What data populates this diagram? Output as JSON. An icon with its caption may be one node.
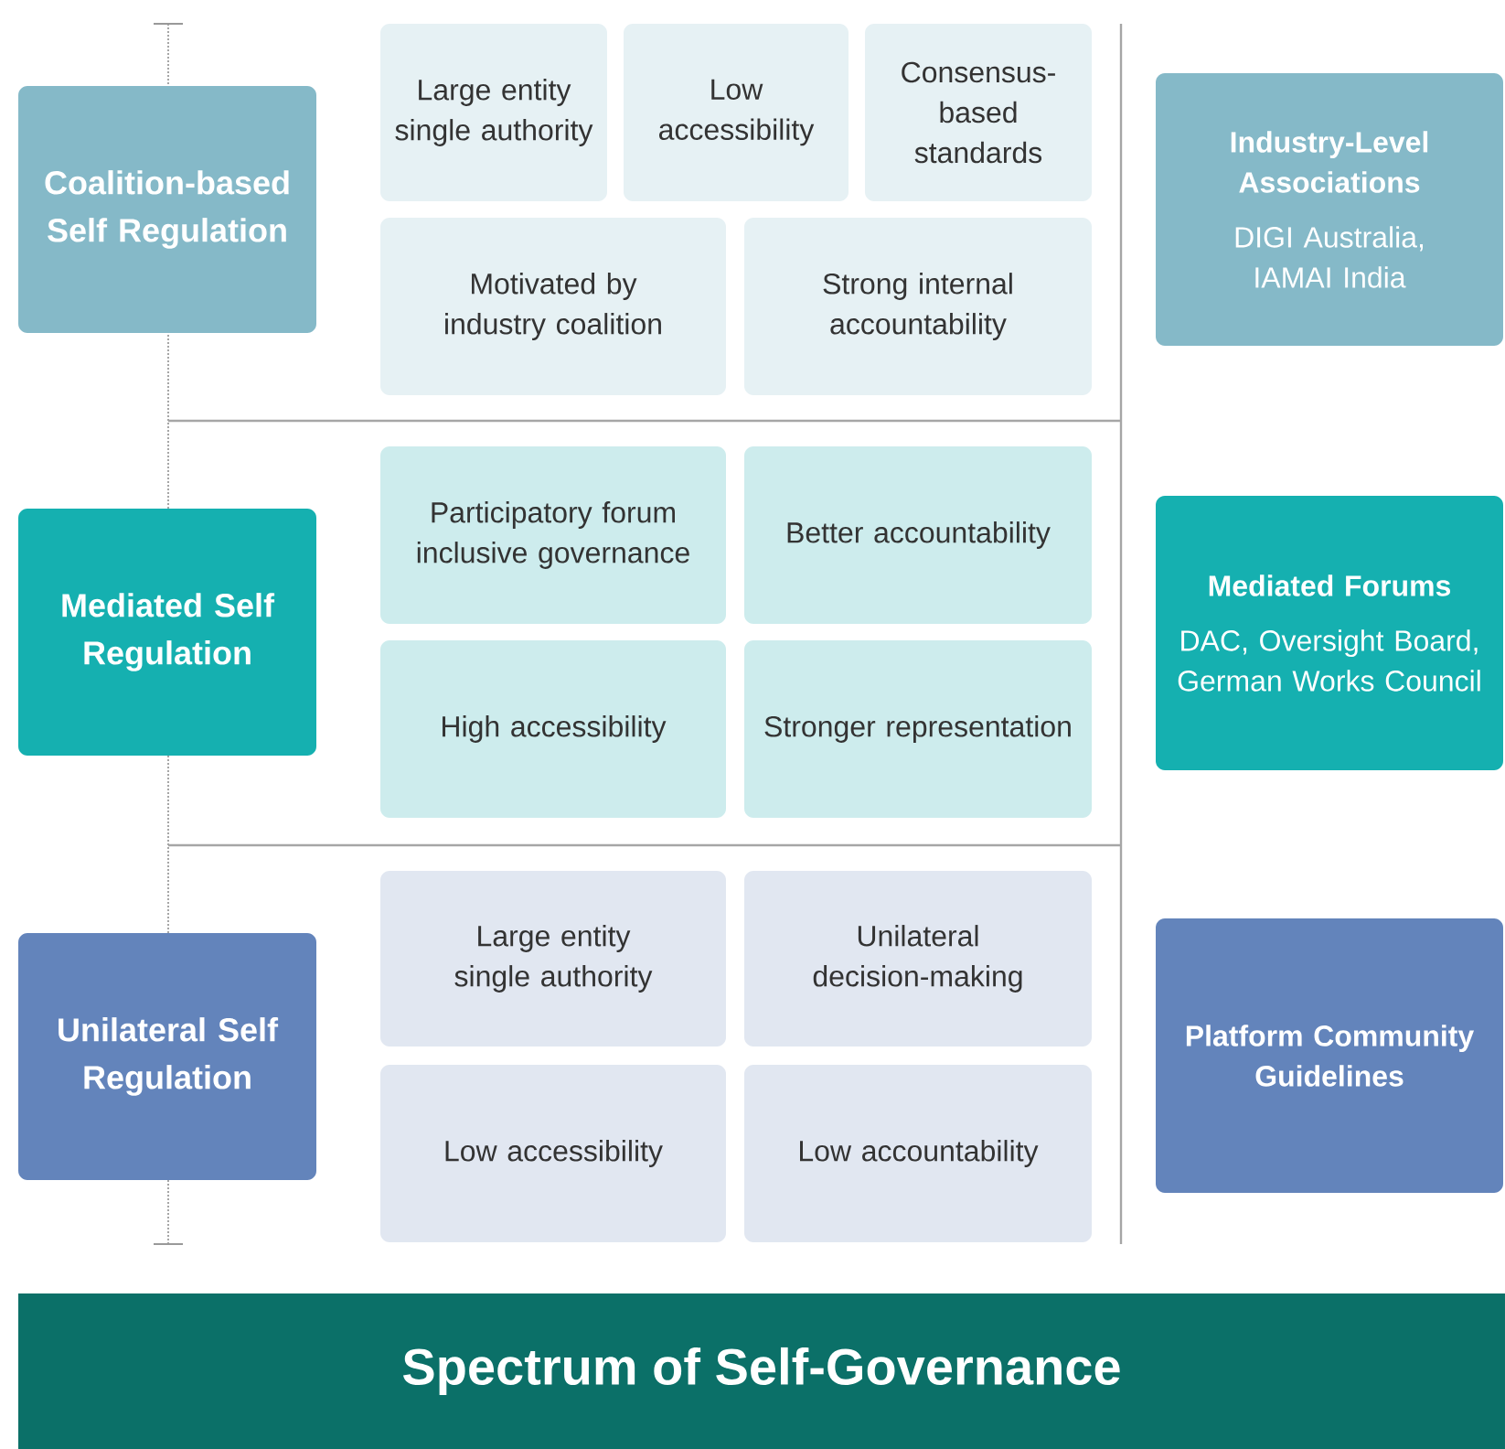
{
  "diagram": {
    "title": "Spectrum of Self-Governance",
    "nodes": [
      {
        "text": [
          "Coalition-based Self Regulation"
        ]
      },
      {
        "text": [
          "Large entity single authority"
        ]
      },
      {
        "text": [
          "Low accessibility"
        ]
      },
      {
        "text": [
          "Consensus-based standards"
        ]
      },
      {
        "text": [
          "Motivated by industry coalition"
        ]
      },
      {
        "text": [
          "Strong internal accountability"
        ]
      },
      {
        "text": [
          "Industry-Level Associations",
          "DIGI Australia, IAMAI India"
        ]
      },
      {
        "text": [
          "Mediated Self Regulation"
        ]
      },
      {
        "text": [
          "Participatory forum inclusive governance"
        ]
      },
      {
        "text": [
          "Better accountability"
        ]
      },
      {
        "text": [
          "High accessibility"
        ]
      },
      {
        "text": [
          "Stronger representation"
        ]
      },
      {
        "text": [
          "Mediated Forums",
          "DAC, Oversight Board, German Works Council"
        ]
      },
      {
        "text": [
          "Unilateral Self Regulation"
        ]
      },
      {
        "text": [
          "Large entity single authority"
        ]
      },
      {
        "text": [
          "Unilateral decision-making"
        ]
      },
      {
        "text": [
          "Low accessibility"
        ]
      },
      {
        "text": [
          "Low accountability"
        ]
      },
      {
        "text": [
          "Platform Community Guidelines"
        ]
      }
    ]
  }
}
